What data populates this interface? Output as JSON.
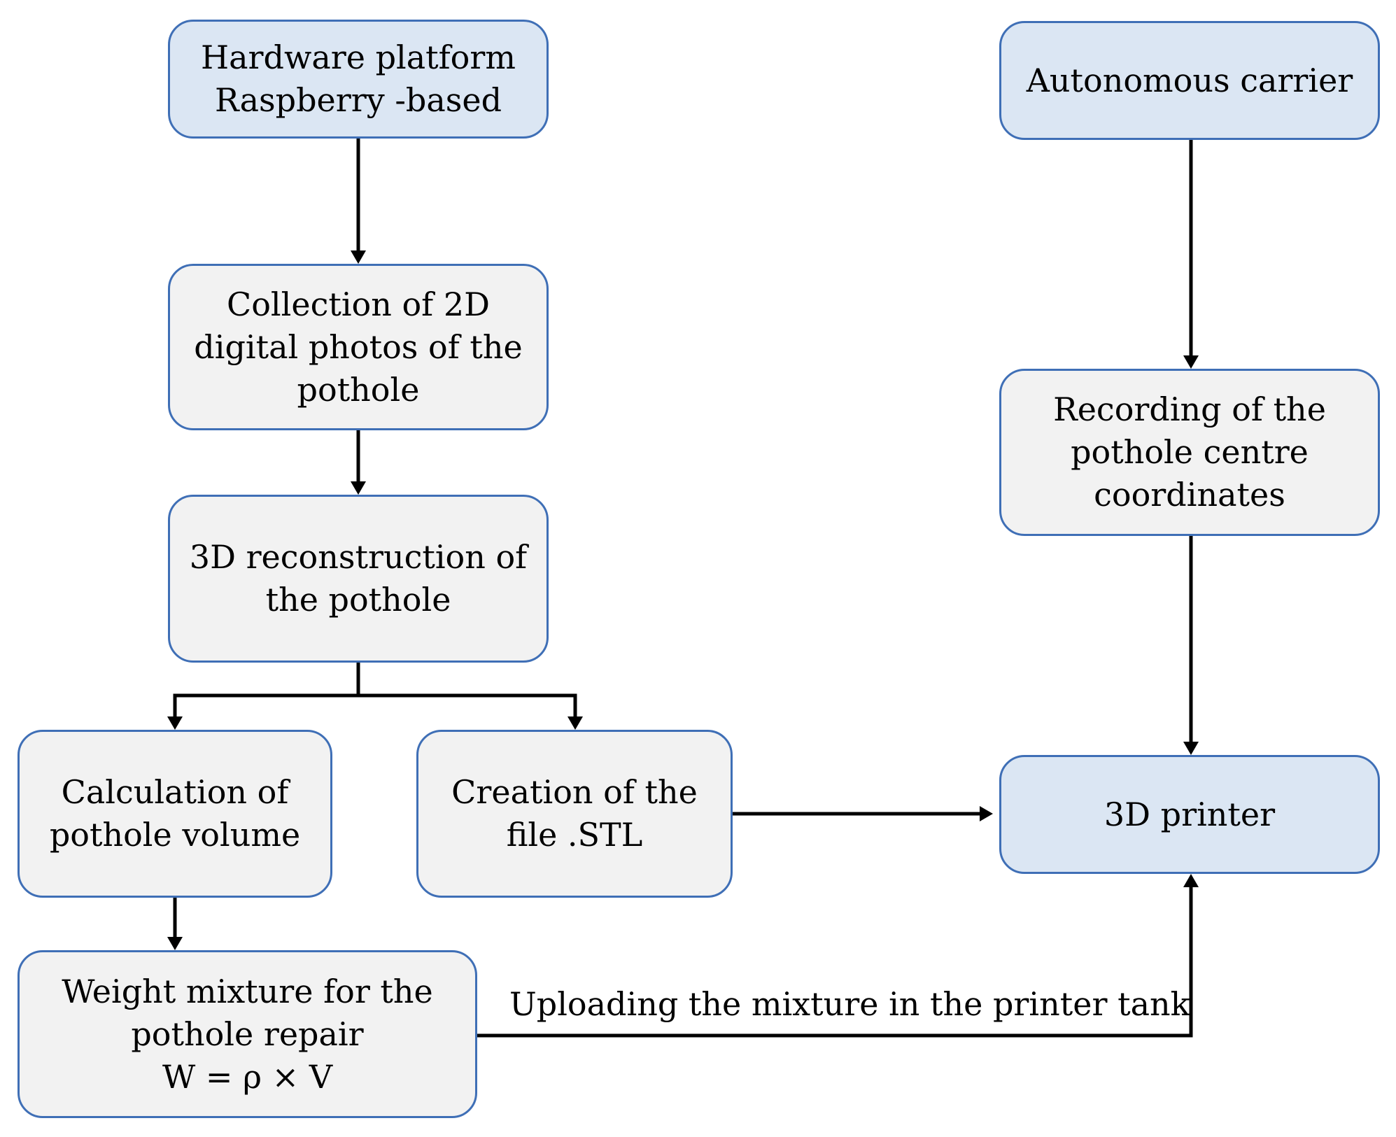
{
  "nodes": {
    "hardware": {
      "lines": [
        "Hardware platform",
        "Raspberry -based"
      ]
    },
    "collection": {
      "lines": [
        "Collection of 2D",
        "digital photos of the",
        "pothole"
      ]
    },
    "reconstruction": {
      "lines": [
        "3D reconstruction of",
        "the pothole"
      ]
    },
    "volume": {
      "lines": [
        "Calculation of",
        "pothole volume"
      ]
    },
    "stl": {
      "lines": [
        "Creation of the",
        "file .STL"
      ]
    },
    "weight": {
      "lines": [
        "Weight  mixture for the",
        "pothole repair",
        "W =  ρ  ×  V"
      ]
    },
    "carrier": {
      "lines": [
        "Autonomous carrier"
      ]
    },
    "recording": {
      "lines": [
        "Recording of the",
        "pothole centre",
        "coordinates"
      ]
    },
    "printer": {
      "lines": [
        "3D printer"
      ]
    }
  },
  "edges": {
    "upload_label": "Uploading the mixture in the printer tank"
  },
  "colors": {
    "node_border": "#3f6fb6",
    "node_fill_grey": "#f2f2f2",
    "node_fill_blue": "#dbe6f3",
    "arrow": "#000000"
  }
}
